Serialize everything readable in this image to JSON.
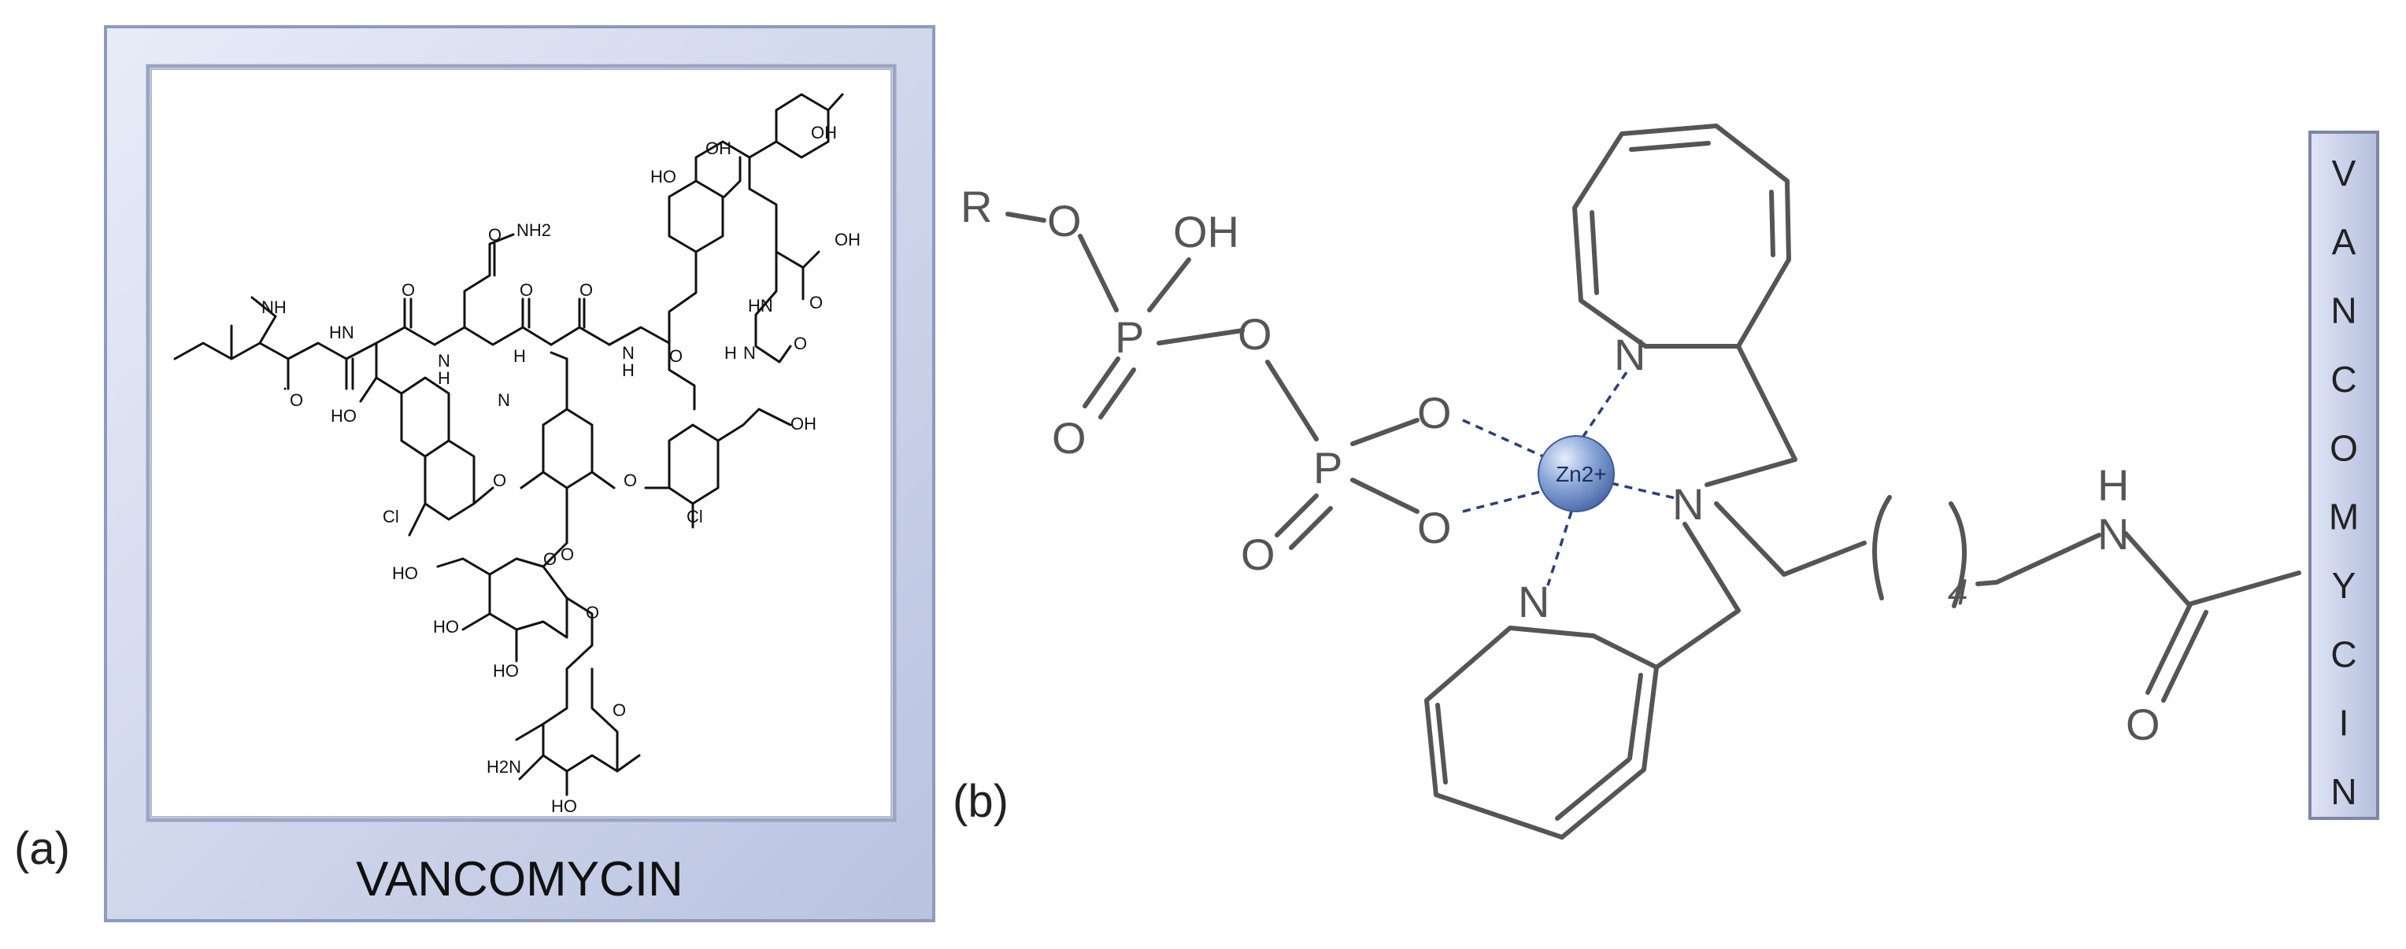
{
  "panel_a": {
    "label": "(a)",
    "title": "VANCOMYCIN",
    "atoms": {
      "nh_methyl": "NH",
      "hn_1": "HN",
      "o_1": "O",
      "oh_1": "HO",
      "o_2": "O",
      "nh_2": "N",
      "h_2": "H",
      "o_3": "O",
      "nh2": "NH2",
      "nh_3": "N",
      "h_3": "H",
      "o_4": "O",
      "o_5": "O",
      "nh_4": "N",
      "h_4": "H",
      "o_6": "O",
      "ho_top": "HO",
      "oh_top1": "OH",
      "oh_top2": "OH",
      "oh_acid": "OH",
      "o_acid": "O",
      "hn_5": "HN",
      "o_7": "O",
      "nh_6": "N",
      "h_6": "H",
      "oh_5": "OH",
      "cl_1": "Cl",
      "cl_2": "Cl",
      "o_ether1": "O",
      "o_ether2": "O",
      "o_glyco": "O",
      "ho_sugar1": "HO",
      "ho_sugar2": "HO",
      "oh_sugar3": "HO",
      "o_ring1": "O",
      "o_link": "O",
      "o_ring2": "O",
      "h2n": "H2N",
      "ho_sugar4": "HO"
    }
  },
  "panel_b": {
    "label": "(b)",
    "r_group": "R",
    "atoms": {
      "o1": "O",
      "oh": "OH",
      "p1": "P",
      "o_bridge": "O",
      "o_dbl1": "O",
      "o_coord1": "O",
      "p2": "P",
      "o_coord2": "O",
      "o_dbl2": "O",
      "zn": "Zn2+",
      "n_pyr_top": "N",
      "n_amine": "N",
      "n_pyr_bottom": "N",
      "repeat": "4",
      "nh_n": "N",
      "nh_h": "H",
      "o_amide": "O"
    },
    "side_box_letters": [
      "V",
      "A",
      "N",
      "C",
      "O",
      "M",
      "Y",
      "C",
      "I",
      "N"
    ]
  },
  "colors": {
    "frame_fill": "#d6dcf0",
    "frame_inner_fill": "#ffffff",
    "zn_sphere": "#8aa6d8",
    "coordination_bond": "#2a3f7a"
  }
}
